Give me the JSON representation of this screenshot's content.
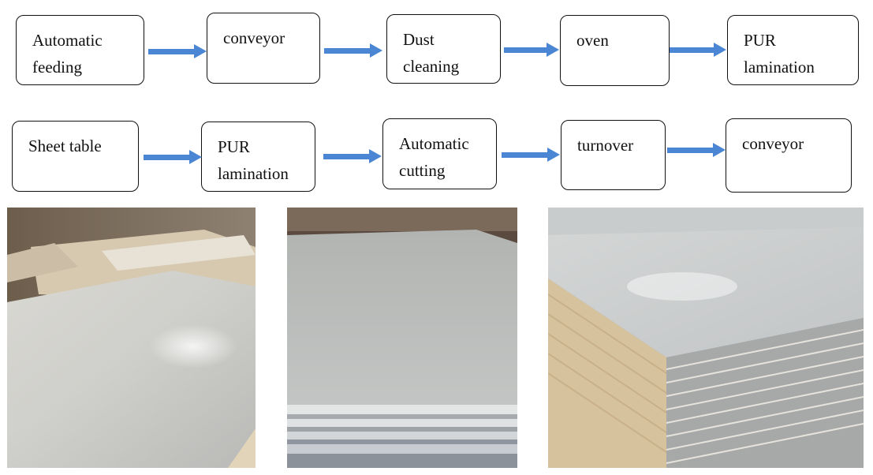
{
  "flow_row1": [
    {
      "label": "Automatic\nfeeding"
    },
    {
      "label": "conveyor"
    },
    {
      "label": "Dust\ncleaning"
    },
    {
      "label": "oven"
    },
    {
      "label": "PUR\nlamination"
    }
  ],
  "flow_row2": [
    {
      "label": "Sheet table"
    },
    {
      "label": "PUR\nlamination"
    },
    {
      "label": "Automatic\ncutting"
    },
    {
      "label": "turnover"
    },
    {
      "label": "conveyor"
    }
  ],
  "colors": {
    "arrow": "#4a86d4",
    "box_border": "#111111"
  }
}
